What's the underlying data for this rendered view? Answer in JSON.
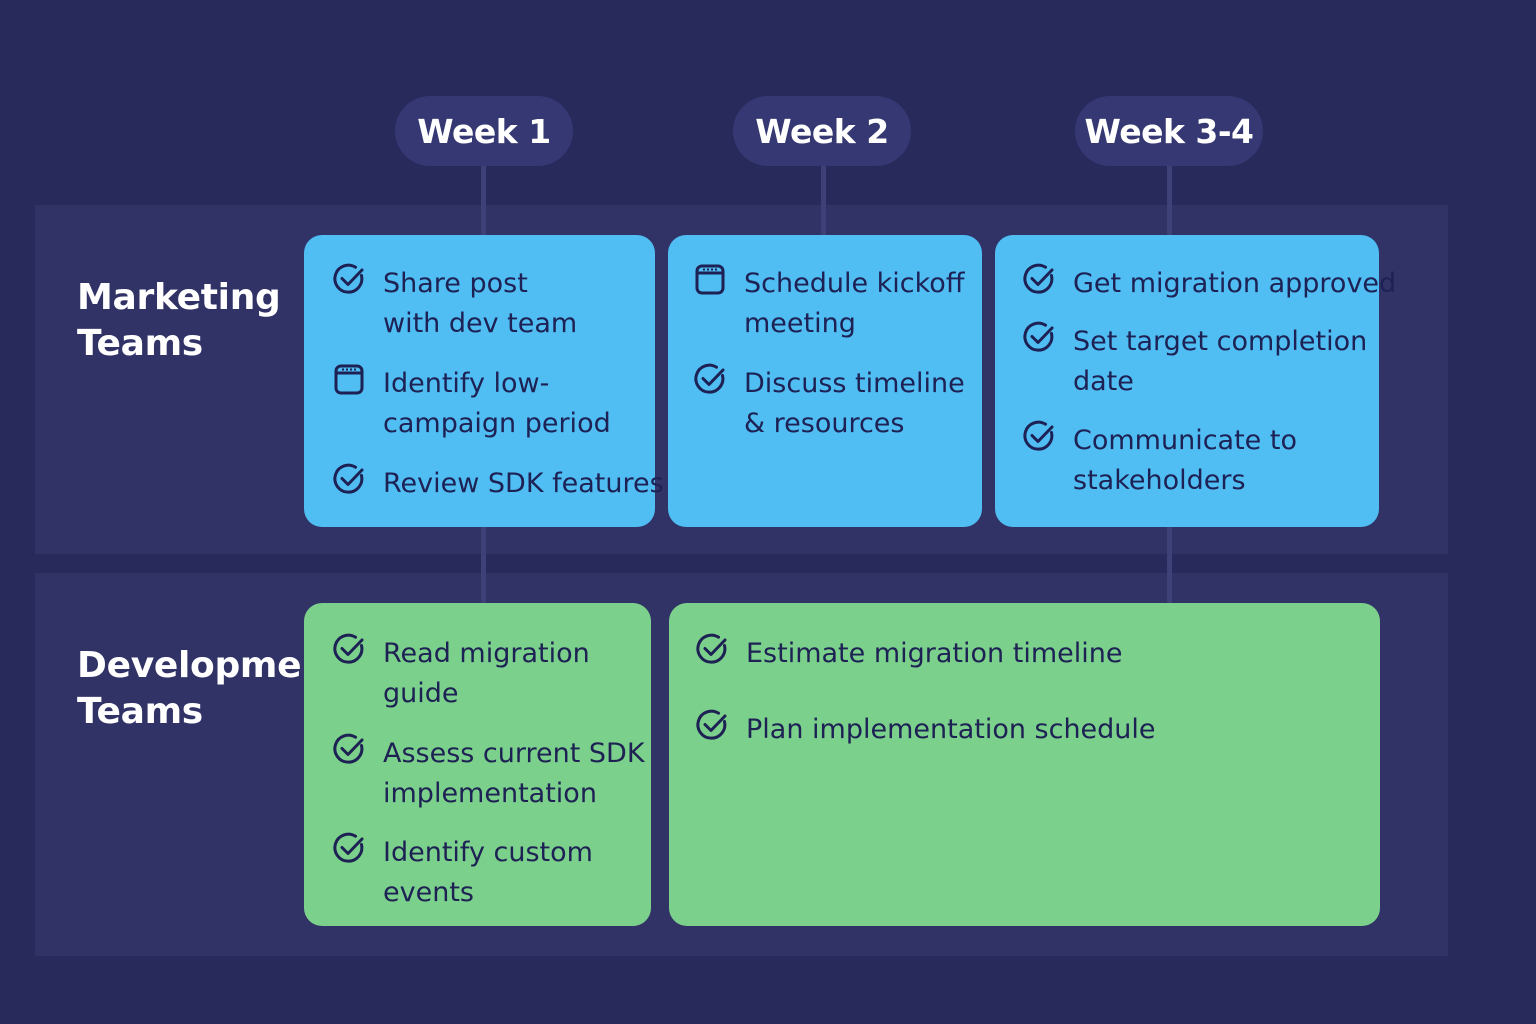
{
  "weeks": [
    "Week 1",
    "Week 2",
    "Week 3-4"
  ],
  "lanes": {
    "marketing": [
      "Marketing",
      "Teams"
    ],
    "development": [
      "Development",
      "Teams"
    ]
  },
  "cards": {
    "m1": [
      {
        "icon": "check-circle-icon",
        "lines": [
          "Share post",
          "with dev team"
        ]
      },
      {
        "icon": "calendar-icon",
        "lines": [
          "Identify low-",
          "campaign period"
        ]
      },
      {
        "icon": "check-circle-icon",
        "lines": [
          "Review SDK features"
        ]
      }
    ],
    "m2": [
      {
        "icon": "calendar-icon",
        "lines": [
          "Schedule kickoff",
          "meeting"
        ]
      },
      {
        "icon": "check-circle-icon",
        "lines": [
          "Discuss timeline",
          "& resources"
        ]
      }
    ],
    "m3": [
      {
        "icon": "check-circle-icon",
        "lines": [
          "Get migration approved"
        ]
      },
      {
        "icon": "check-circle-icon",
        "lines": [
          "Set target completion",
          "date"
        ]
      },
      {
        "icon": "check-circle-icon",
        "lines": [
          "Communicate to",
          "stakeholders"
        ]
      }
    ],
    "d1": [
      {
        "icon": "check-circle-icon",
        "lines": [
          "Read migration",
          "guide"
        ]
      },
      {
        "icon": "check-circle-icon",
        "lines": [
          "Assess current SDK",
          "implementation"
        ]
      },
      {
        "icon": "check-circle-icon",
        "lines": [
          "Identify custom",
          "events"
        ]
      }
    ],
    "d2": [
      {
        "icon": "check-circle-icon",
        "lines": [
          "Estimate migration timeline"
        ]
      },
      {
        "icon": "check-circle-icon",
        "lines": [
          "Plan implementation schedule"
        ]
      }
    ]
  },
  "colors": {
    "background": "#282a5c",
    "lane": "#313367",
    "pill": "#353872",
    "marketing_card": "#50bdf3",
    "development_card": "#7bd08b",
    "task_text": "#1d2153"
  }
}
